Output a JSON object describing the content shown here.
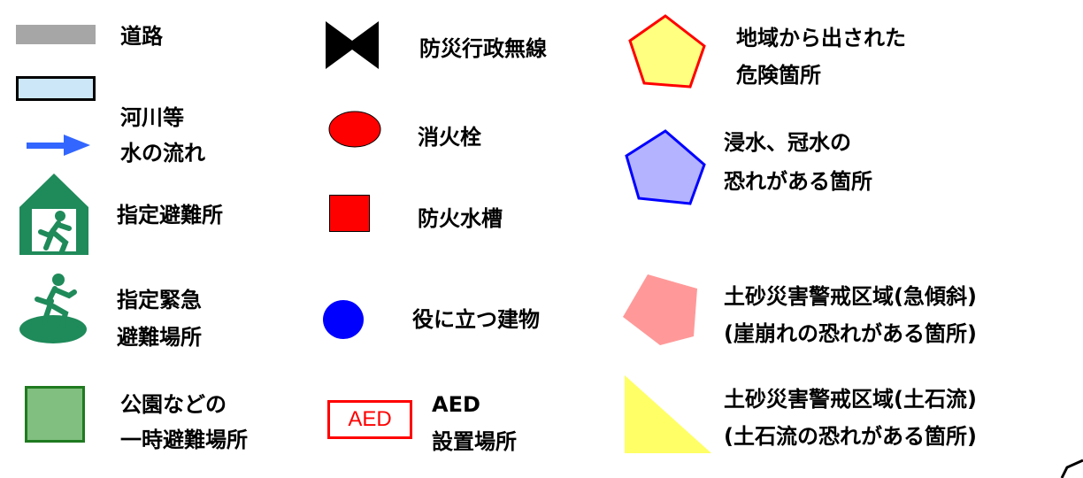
{
  "legend": {
    "col1": {
      "road": {
        "label": "道路",
        "color": "#a6a6a6"
      },
      "river": {
        "label": "河川等",
        "fill": "#cce8f8",
        "border": "#000000"
      },
      "water_flow": {
        "label": "水の流れ",
        "color": "#3366ff"
      },
      "designated_shelter": {
        "label": "指定避難所",
        "color": "#1f8a5a"
      },
      "emergency_evacuation": {
        "line1": "指定緊急",
        "line2": "避難場所",
        "color": "#1f8a5a"
      },
      "park_temp": {
        "line1": "公園などの",
        "line2": "一時避難場所",
        "fill": "#80bf80",
        "border": "#1f7a1f"
      }
    },
    "col2": {
      "radio": {
        "label": "防災行政無線",
        "color": "#000000"
      },
      "hydrant": {
        "label": "消火栓",
        "color": "#ff0000"
      },
      "fire_tank": {
        "label": "防火水槽",
        "color": "#ff0000"
      },
      "useful_building": {
        "label": "役に立つ建物",
        "color": "#0000ff"
      },
      "aed": {
        "badge": "AED",
        "line1": "AED",
        "line2": "設置場所",
        "color": "#ff0000"
      }
    },
    "col3": {
      "local_danger": {
        "line1": "地域から出された",
        "line2": "危険箇所",
        "fill": "#ffff80",
        "border": "#ff0000"
      },
      "flood": {
        "line1": "浸水、冠水の",
        "line2": "恐れがある箇所",
        "fill": "#b3b3ff",
        "border": "#0000ff"
      },
      "steep_slope": {
        "line1": "土砂災害警戒区域(急傾斜)",
        "line2": "(崖崩れの恐れがある箇所)",
        "fill": "#ff9999"
      },
      "debris_flow": {
        "line1": "土砂災害警戒区域(土石流)",
        "line2": "(土石流の恐れがある箇所)",
        "fill": "#ffff66"
      }
    }
  }
}
